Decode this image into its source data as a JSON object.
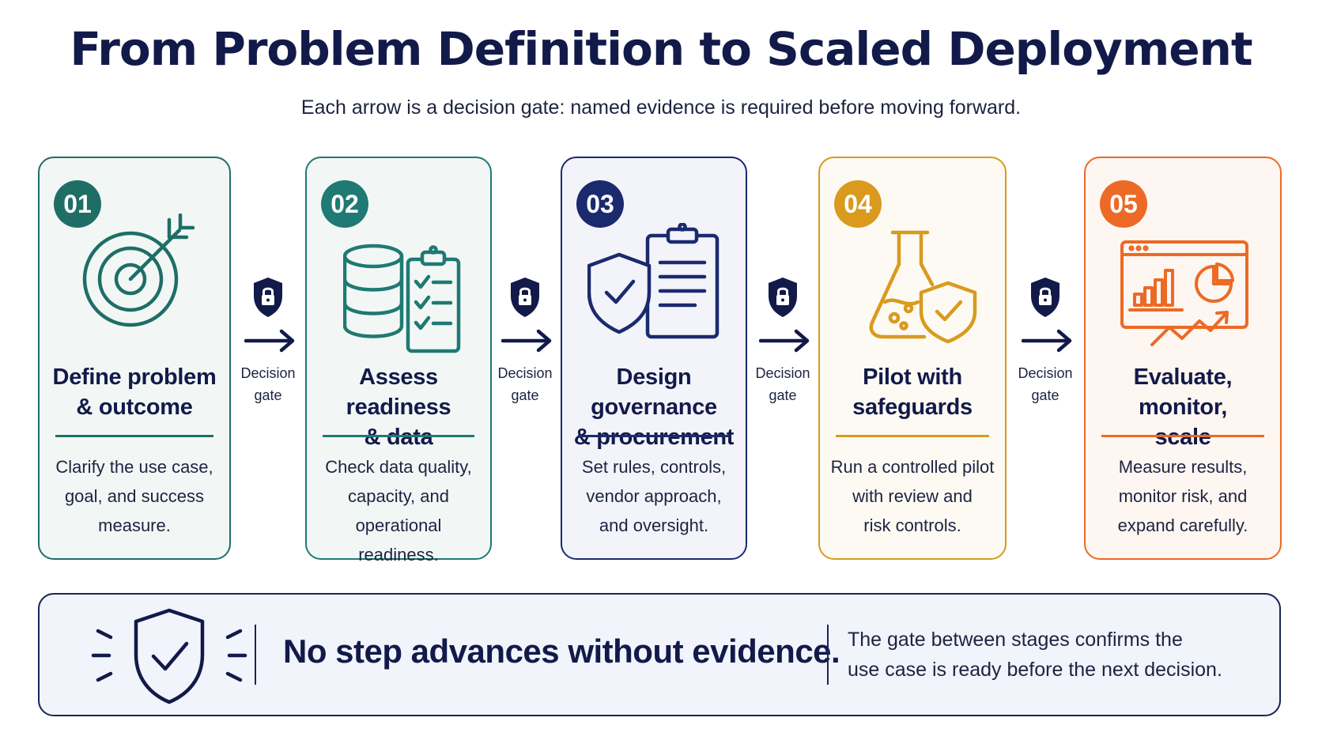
{
  "header": {
    "title": "From Problem Definition to Scaled Deployment",
    "subtitle": "Each arrow is a decision gate: named evidence is required before moving forward."
  },
  "steps": [
    {
      "number": "01",
      "title_line1": "Define problem",
      "title_line2": "& outcome",
      "desc_line1": "Clarify the use case,",
      "desc_line2": "goal, and success",
      "desc_line3": "measure.",
      "icon": "target-icon",
      "color": "#1e6e66"
    },
    {
      "number": "02",
      "title_line1": "Assess readiness",
      "title_line2": "& data",
      "desc_line1": "Check data quality,",
      "desc_line2": "capacity, and",
      "desc_line3": "operational readiness.",
      "icon": "database-checklist-icon",
      "color": "#1e7a72"
    },
    {
      "number": "03",
      "title_line1": "Design governance",
      "title_line2": "& procurement",
      "desc_line1": "Set rules, controls,",
      "desc_line2": "vendor approach,",
      "desc_line3": "and oversight.",
      "icon": "shield-clipboard-icon",
      "color": "#1b2a6e"
    },
    {
      "number": "04",
      "title_line1": "Pilot with",
      "title_line2": "safeguards",
      "desc_line1": "Run a controlled pilot",
      "desc_line2": "with review and",
      "desc_line3": "risk controls.",
      "icon": "flask-shield-icon",
      "color": "#d99a1e"
    },
    {
      "number": "05",
      "title_line1": "Evaluate, monitor,",
      "title_line2": "scale",
      "desc_line1": "Measure results,",
      "desc_line2": "monitor risk, and",
      "desc_line3": "expand carefully.",
      "icon": "dashboard-chart-icon",
      "color": "#ec6a25"
    }
  ],
  "gates": [
    {
      "line1": "Decision",
      "line2": "gate"
    },
    {
      "line1": "Decision",
      "line2": "gate"
    },
    {
      "line1": "Decision",
      "line2": "gate"
    },
    {
      "line1": "Decision",
      "line2": "gate"
    }
  ],
  "banner": {
    "headline": "No step advances without evidence.",
    "note_line1": "The gate between stages confirms the",
    "note_line2": "use case is ready before the next decision.",
    "icon": "shield-check-icon"
  },
  "colors": {
    "navy": "#121a4a",
    "teal": "#1e6e66",
    "teal_light": "#1e7a72",
    "indigo": "#1b2a6e",
    "amber": "#d99a1e",
    "orange": "#ec6a25"
  }
}
